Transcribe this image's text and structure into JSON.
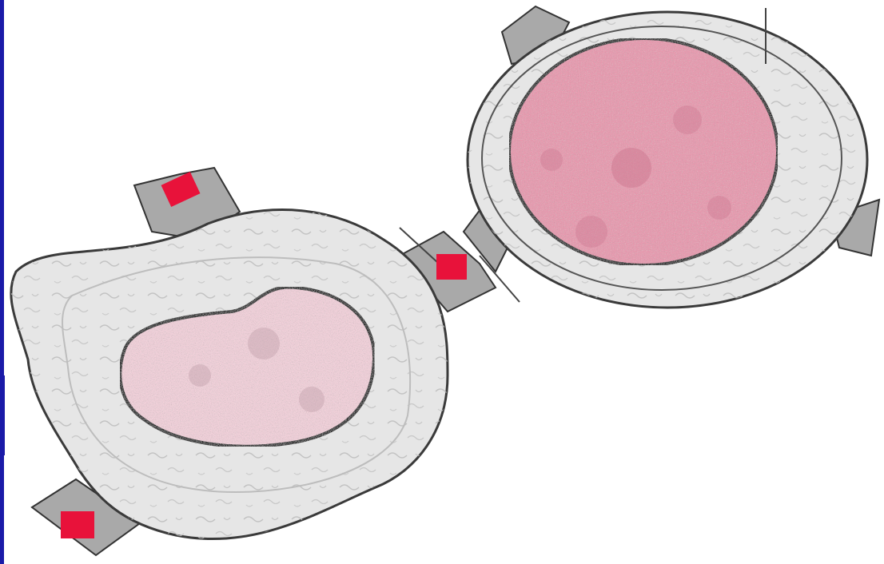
{
  "figure": {
    "description_items": [
      {
        "id": "apc-cell",
        "kind": "cell"
      },
      {
        "id": "lymphocyte-cell",
        "kind": "cell"
      }
    ],
    "colors": {
      "background": "#ffffff",
      "left_bar": "#1a1aa8",
      "cytoplasm": "#e3e3e3",
      "cytoplasm_stroke": "#3a3a3a",
      "apc_nucleus": "#f3d3dc",
      "lymph_nucleus": "#ea9ab0",
      "receptor": "#a9a9a9",
      "antigen": "#e8123a"
    },
    "icons": [
      "receptor-icon",
      "antigen-icon"
    ]
  }
}
